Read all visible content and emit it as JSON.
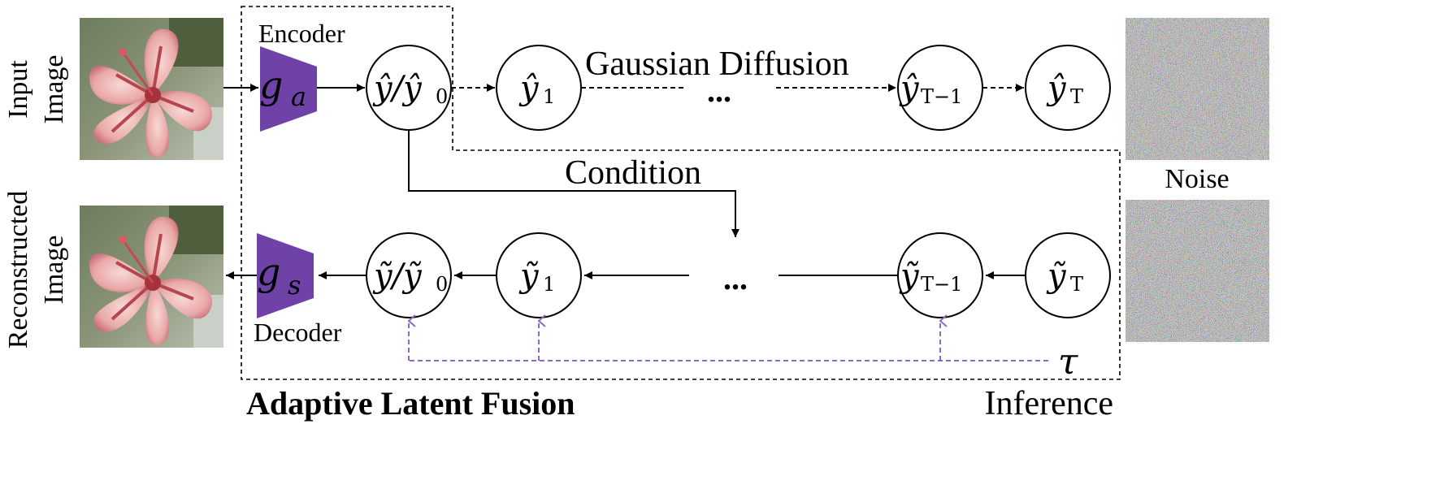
{
  "labels": {
    "input_line1": "Input",
    "input_line2": "Image",
    "recon_line1": "Reconstructed",
    "recon_line2": "Image",
    "encoder": "Encoder",
    "decoder": "Decoder",
    "gaussian_diffusion": "Gaussian Diffusion",
    "condition": "Condition",
    "noise": "Noise",
    "adaptive_latent_fusion": "Adaptive Latent Fusion",
    "inference": "Inference",
    "ellipsis_top": "...",
    "ellipsis_bottom": "..."
  },
  "math": {
    "encoder_base": "g",
    "encoder_sub": "a",
    "decoder_base": "g",
    "decoder_sub": "s",
    "tau": "τ",
    "top_nodes": [
      {
        "base": "ŷ/ŷ",
        "sub": "0"
      },
      {
        "base": "ŷ",
        "sub": "1"
      },
      {
        "base": "ŷ",
        "sub": "T−1"
      },
      {
        "base": "ŷ",
        "sub": "T"
      }
    ],
    "bottom_nodes": [
      {
        "base": "ỹ/ỹ",
        "sub": "0"
      },
      {
        "base": "ỹ",
        "sub": "1"
      },
      {
        "base": "ỹ",
        "sub": "T−1"
      },
      {
        "base": "ỹ",
        "sub": "T"
      }
    ]
  },
  "colors": {
    "module_fill": "#6f42a8",
    "module_text": "#ffffff",
    "tau_arrow": "#8a6cc2",
    "line": "#000000"
  },
  "images": {
    "input": "flower-photo",
    "reconstructed": "flower-photo",
    "noise_top": "noise-texture",
    "noise_bottom": "noise-texture"
  }
}
